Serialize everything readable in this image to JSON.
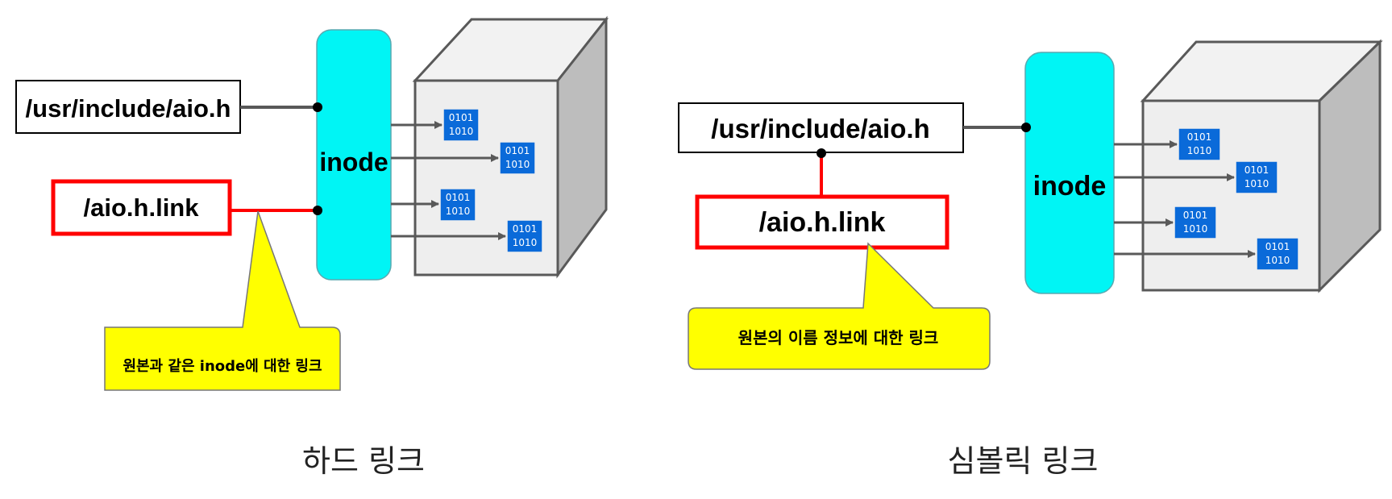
{
  "colors": {
    "inode": "#00f5f5",
    "link_border": "#ff0000",
    "callout": "#ffff00",
    "block": "#0a6ad9",
    "cube_front": "#eeeeee",
    "cube_top": "#f2f2f2",
    "cube_side": "#bdbdbd",
    "arrow": "#595959"
  },
  "hard_link": {
    "file_path": "/usr/include/aio.h",
    "link_name": "/aio.h.link",
    "inode_label": "inode",
    "block_bits": [
      "0101",
      "1010"
    ],
    "callout": "원본과 같은 inode에 대한 링크",
    "caption": "하드 링크"
  },
  "symbolic_link": {
    "file_path": "/usr/include/aio.h",
    "link_name": "/aio.h.link",
    "inode_label": "inode",
    "block_bits": [
      "0101",
      "1010"
    ],
    "callout": "원본의 이름 정보에 대한 링크",
    "caption": "심볼릭 링크"
  }
}
